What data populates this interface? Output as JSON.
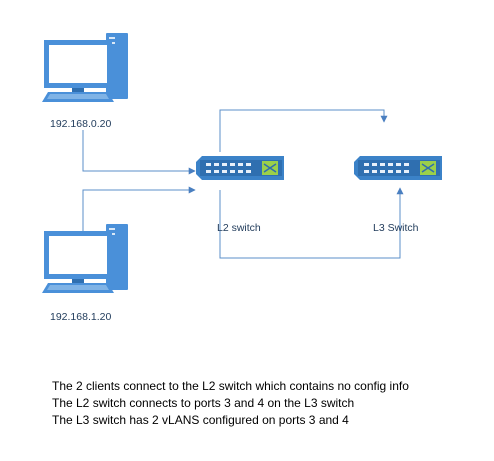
{
  "diagram": {
    "nodes": {
      "client1": {
        "label": "192.168.0.20",
        "icon": "desktop-computer-icon"
      },
      "client2": {
        "label": "192.168.1.20",
        "icon": "desktop-computer-icon"
      },
      "l2_switch": {
        "label": "L2 switch",
        "icon": "network-switch-icon"
      },
      "l3_switch": {
        "label": "L3 Switch",
        "icon": "network-switch-icon"
      }
    },
    "connections": [
      {
        "from": "client1",
        "to": "l2_switch"
      },
      {
        "from": "client2",
        "to": "l2_switch"
      },
      {
        "from": "l2_switch",
        "to": "l3_switch"
      },
      {
        "from": "l2_switch",
        "to": "l3_switch"
      }
    ],
    "notes": [
      "The 2 clients connect to the L2 switch which contains no config info",
      "The L2 switch connects to ports 3 and 4 on the L3 switch",
      "The L3 switch has 2 vLANS configured on ports 3 and 4"
    ]
  },
  "colors": {
    "icon_fill": "#4a90d9",
    "icon_dark": "#2f6fb0",
    "screen": "#ffffff",
    "line": "#5b8fc9",
    "switch_body": "#3b82c8",
    "switch_port": "#e8f0fa",
    "switch_green": "#9bd04a"
  }
}
